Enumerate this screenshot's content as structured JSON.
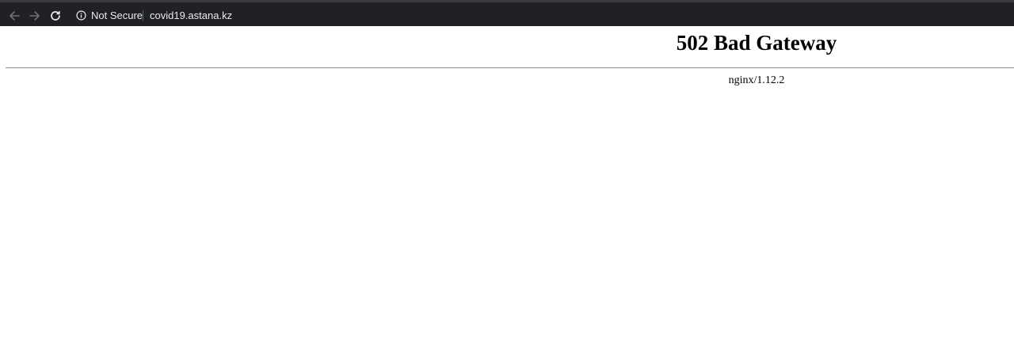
{
  "browser": {
    "security_label": "Not Secure",
    "url": "covid19.astana.kz",
    "icons": {
      "back": "arrow-left-icon",
      "forward": "arrow-right-icon",
      "reload": "reload-icon",
      "info": "info-circle-icon"
    },
    "colors": {
      "toolbar_bg": "#202124",
      "text": "#e8eaed",
      "icon_disabled": "#6e7073",
      "icon_enabled": "#e8eaed"
    }
  },
  "page": {
    "title": "502 Bad Gateway",
    "server": "nginx/1.12.2"
  }
}
